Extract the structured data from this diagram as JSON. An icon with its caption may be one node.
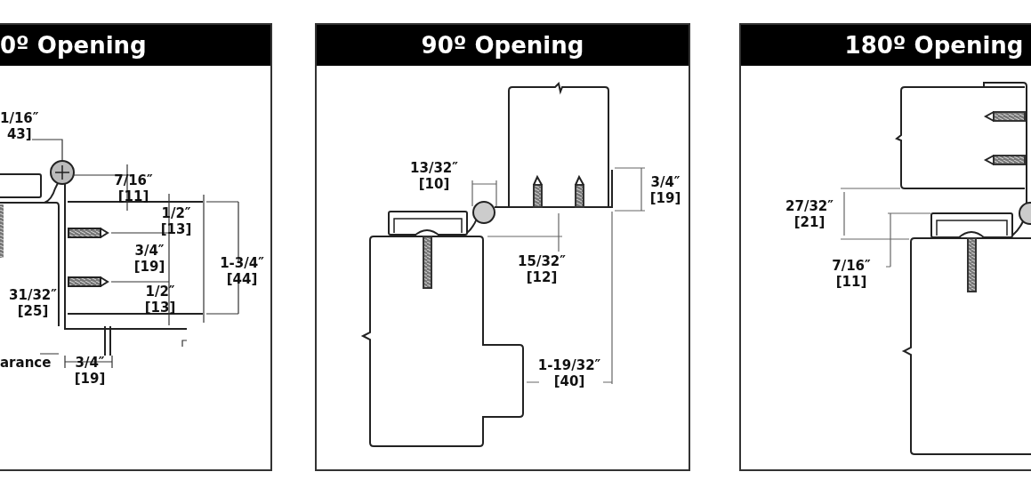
{
  "diagram": {
    "nodes": [
      {
        "text": [
          "0º Opening"
        ]
      },
      {
        "text": [
          "90º Opening"
        ]
      },
      {
        "text": [
          "180º Opening"
        ]
      }
    ],
    "labels": [
      "1/16″ 43]",
      "7/16″ [11]",
      "1/2″ [13]",
      "3/4″ [19]",
      "1-3/4″ [44]",
      "31/32″ [25]",
      "1/2″ [13]",
      "arance",
      "3/4″ [19]",
      "13/32″ [10]",
      "3/4″ [19]",
      "15/32″ [12]",
      "1-19/32″ [40]",
      "27/32″ [21]",
      "7/16″ [11]"
    ]
  }
}
